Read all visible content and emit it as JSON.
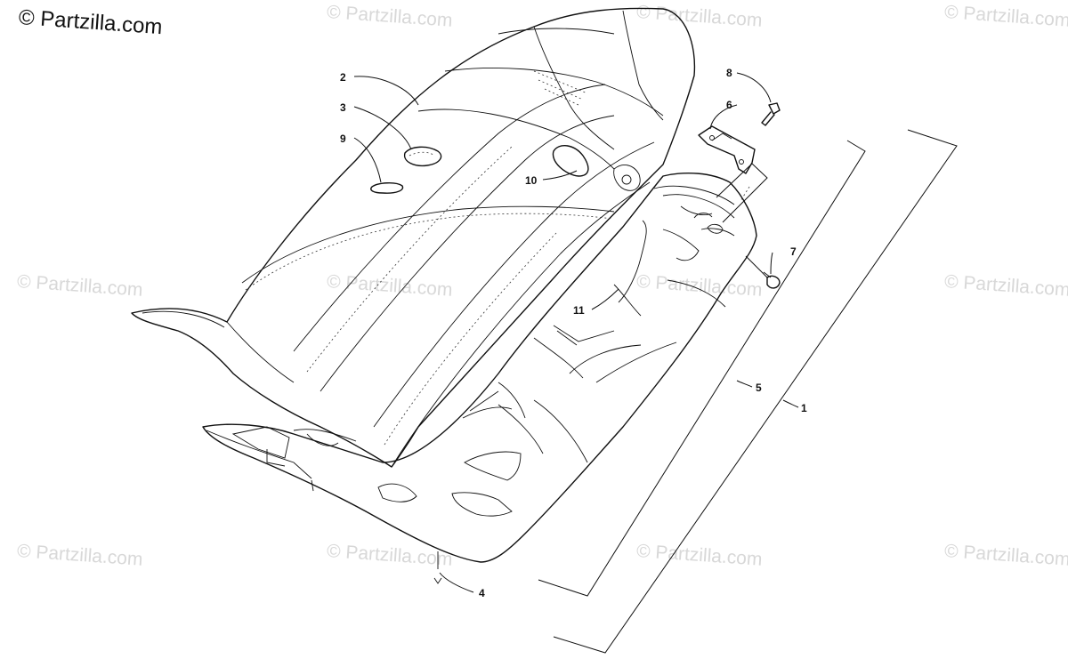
{
  "copyright": "© Partzilla.com",
  "watermark_text": "© Partzilla.com",
  "colors": {
    "ink": "#111111",
    "watermark": "#d8d8d8",
    "background": "#ffffff"
  },
  "callouts": {
    "c1": "1",
    "c2": "2",
    "c3": "3",
    "c4": "4",
    "c5": "5",
    "c6": "6",
    "c7": "7",
    "c8": "8",
    "c9": "9",
    "c10": "10",
    "c11": "11"
  }
}
